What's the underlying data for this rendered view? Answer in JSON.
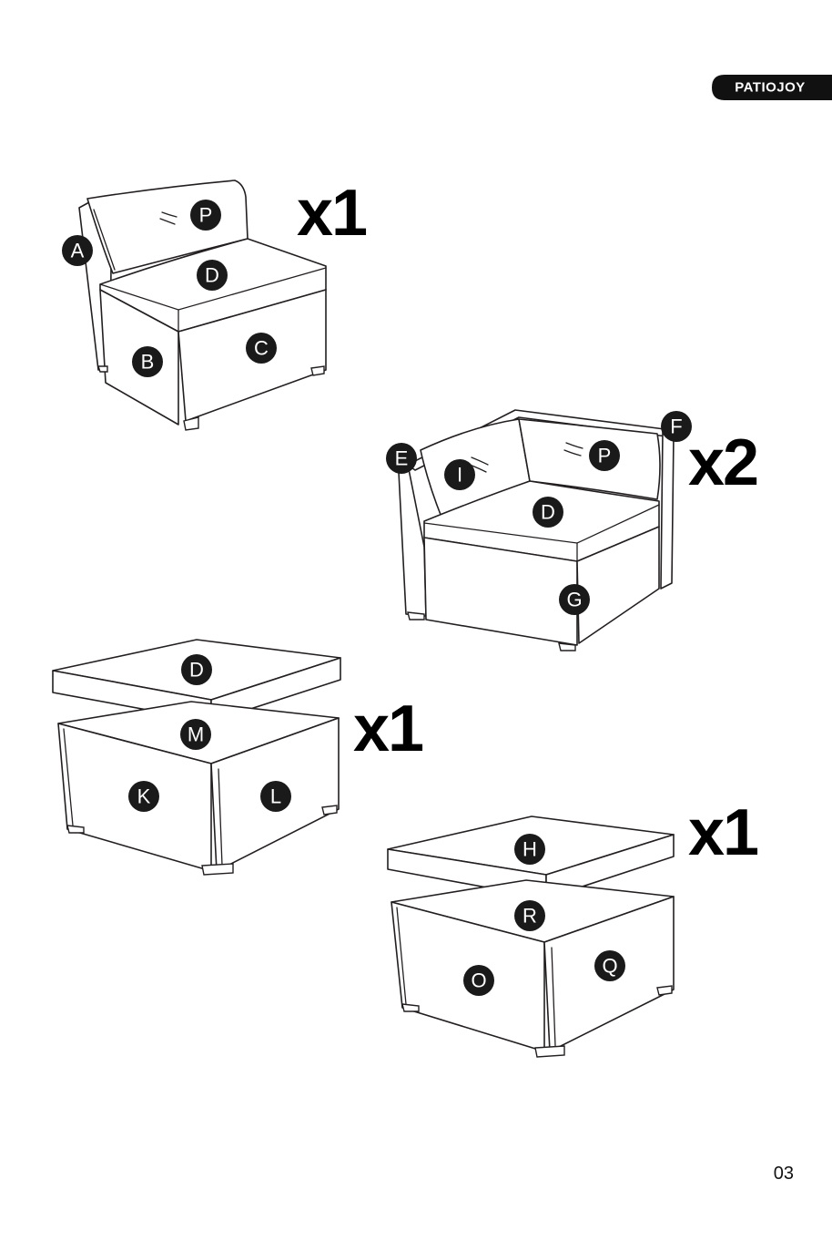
{
  "brand": {
    "logo_text": "PATIOJOY"
  },
  "page_number": "03",
  "groups": [
    {
      "id": "armless-chair",
      "quantity": "x1",
      "parts": [
        "A",
        "P",
        "D",
        "B",
        "C"
      ]
    },
    {
      "id": "corner-chair",
      "quantity": "x2",
      "parts": [
        "E",
        "F",
        "I",
        "P",
        "D",
        "G"
      ]
    },
    {
      "id": "coffee-table",
      "quantity": "x1",
      "parts": [
        "D",
        "M",
        "K",
        "L"
      ]
    },
    {
      "id": "ottoman",
      "quantity": "x1",
      "parts": [
        "H",
        "R",
        "O",
        "Q"
      ]
    }
  ]
}
